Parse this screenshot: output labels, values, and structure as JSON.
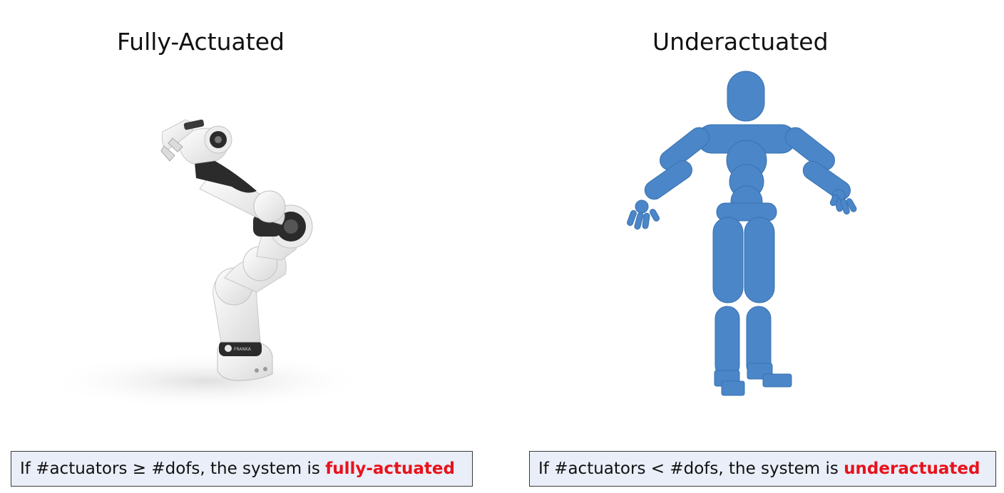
{
  "left": {
    "title": "Fully-Actuated",
    "caption": {
      "prefix": "If #actuators",
      "symbol": "≥",
      "middle": " #dofs, the system is ",
      "highlight": "fully-actuated"
    },
    "image_icon": "robot-arm-icon"
  },
  "right": {
    "title": "Underactuated",
    "caption": {
      "prefix": "If #actuators",
      "symbol": "<",
      "middle": " #dofs, the system is ",
      "highlight": "underactuated"
    },
    "image_icon": "humanoid-figure-icon"
  },
  "colors": {
    "highlight": "#e8121b",
    "caption_bg": "#e9eef8",
    "humanoid": "#4a86c8"
  }
}
